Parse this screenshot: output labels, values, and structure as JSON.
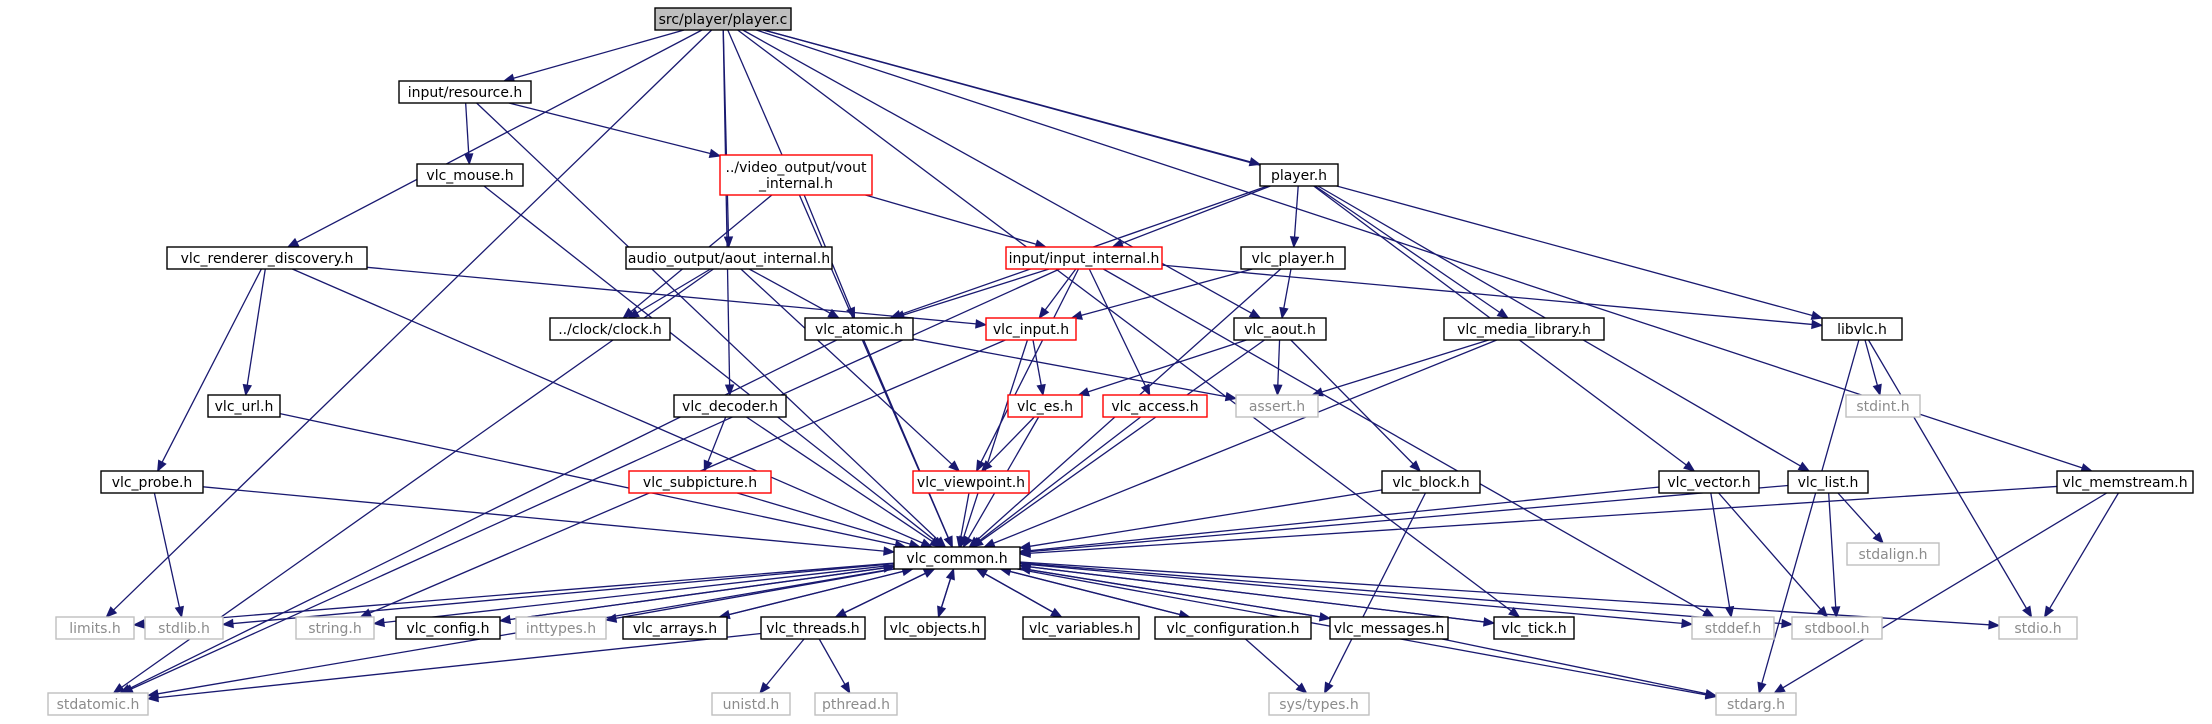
{
  "diagram": {
    "title": "Include dependency graph",
    "colors": {
      "edge": "#191970",
      "normal_border": "#000000",
      "truncated_border": "#ff0000",
      "external_border": "#bfbfbf",
      "root_fill": "#bfbfbf",
      "text": "#000000",
      "external_text": "#8c8c8c"
    },
    "nodes": [
      {
        "id": "root",
        "label": "src/player/player.c",
        "kind": "root"
      },
      {
        "id": "resource",
        "label": "input/resource.h",
        "kind": "normal"
      },
      {
        "id": "mouse",
        "label": "vlc_mouse.h",
        "kind": "normal"
      },
      {
        "id": "vout",
        "label": [
          "../video_output/vout",
          "_internal.h"
        ],
        "kind": "truncated"
      },
      {
        "id": "player_h",
        "label": "player.h",
        "kind": "normal"
      },
      {
        "id": "renderer",
        "label": "vlc_renderer_discovery.h",
        "kind": "normal"
      },
      {
        "id": "aout_int",
        "label": "audio_output/aout_internal.h",
        "kind": "normal"
      },
      {
        "id": "input_int",
        "label": "input/input_internal.h",
        "kind": "truncated"
      },
      {
        "id": "vlc_player",
        "label": "vlc_player.h",
        "kind": "normal"
      },
      {
        "id": "clock",
        "label": "../clock/clock.h",
        "kind": "normal"
      },
      {
        "id": "atomic",
        "label": "vlc_atomic.h",
        "kind": "normal"
      },
      {
        "id": "vlc_input",
        "label": "vlc_input.h",
        "kind": "truncated"
      },
      {
        "id": "vlc_aout",
        "label": "vlc_aout.h",
        "kind": "normal"
      },
      {
        "id": "media_lib",
        "label": "vlc_media_library.h",
        "kind": "normal"
      },
      {
        "id": "libvlc",
        "label": "libvlc.h",
        "kind": "normal"
      },
      {
        "id": "vlc_url",
        "label": "vlc_url.h",
        "kind": "normal"
      },
      {
        "id": "decoder",
        "label": "vlc_decoder.h",
        "kind": "normal"
      },
      {
        "id": "vlc_es",
        "label": "vlc_es.h",
        "kind": "truncated"
      },
      {
        "id": "access",
        "label": "vlc_access.h",
        "kind": "truncated"
      },
      {
        "id": "assert",
        "label": "assert.h",
        "kind": "external"
      },
      {
        "id": "stdint",
        "label": "stdint.h",
        "kind": "external"
      },
      {
        "id": "probe",
        "label": "vlc_probe.h",
        "kind": "normal"
      },
      {
        "id": "subpicture",
        "label": "vlc_subpicture.h",
        "kind": "truncated"
      },
      {
        "id": "viewpoint",
        "label": "vlc_viewpoint.h",
        "kind": "truncated"
      },
      {
        "id": "block",
        "label": "vlc_block.h",
        "kind": "normal"
      },
      {
        "id": "vector",
        "label": "vlc_vector.h",
        "kind": "normal"
      },
      {
        "id": "list",
        "label": "vlc_list.h",
        "kind": "normal"
      },
      {
        "id": "memstream",
        "label": "vlc_memstream.h",
        "kind": "normal"
      },
      {
        "id": "stdalign",
        "label": "stdalign.h",
        "kind": "external"
      },
      {
        "id": "common",
        "label": "vlc_common.h",
        "kind": "normal"
      },
      {
        "id": "limits",
        "label": "limits.h",
        "kind": "external"
      },
      {
        "id": "stdlib",
        "label": "stdlib.h",
        "kind": "external"
      },
      {
        "id": "string",
        "label": "string.h",
        "kind": "external"
      },
      {
        "id": "config",
        "label": "vlc_config.h",
        "kind": "normal"
      },
      {
        "id": "inttypes",
        "label": "inttypes.h",
        "kind": "external"
      },
      {
        "id": "arrays",
        "label": "vlc_arrays.h",
        "kind": "normal"
      },
      {
        "id": "threads",
        "label": "vlc_threads.h",
        "kind": "normal"
      },
      {
        "id": "objects",
        "label": "vlc_objects.h",
        "kind": "normal"
      },
      {
        "id": "variables",
        "label": "vlc_variables.h",
        "kind": "normal"
      },
      {
        "id": "configuration",
        "label": "vlc_configuration.h",
        "kind": "normal"
      },
      {
        "id": "messages",
        "label": "vlc_messages.h",
        "kind": "normal"
      },
      {
        "id": "tick",
        "label": "vlc_tick.h",
        "kind": "normal"
      },
      {
        "id": "stddef",
        "label": "stddef.h",
        "kind": "external"
      },
      {
        "id": "stdbool",
        "label": "stdbool.h",
        "kind": "external"
      },
      {
        "id": "stdio",
        "label": "stdio.h",
        "kind": "external"
      },
      {
        "id": "stdatomic",
        "label": "stdatomic.h",
        "kind": "external"
      },
      {
        "id": "unistd",
        "label": "unistd.h",
        "kind": "external"
      },
      {
        "id": "pthread",
        "label": "pthread.h",
        "kind": "external"
      },
      {
        "id": "systypes",
        "label": "sys/types.h",
        "kind": "external"
      },
      {
        "id": "stdarg",
        "label": "stdarg.h",
        "kind": "external"
      }
    ],
    "edges": [
      [
        "root",
        "resource"
      ],
      [
        "root",
        "limits"
      ],
      [
        "root",
        "common"
      ],
      [
        "root",
        "renderer"
      ],
      [
        "root",
        "decoder"
      ],
      [
        "root",
        "aout_int"
      ],
      [
        "root",
        "vlc_aout"
      ],
      [
        "root",
        "player_h"
      ],
      [
        "root",
        "tick"
      ],
      [
        "root",
        "libvlc"
      ],
      [
        "root",
        "memstream"
      ],
      [
        "resource",
        "mouse"
      ],
      [
        "resource",
        "vout"
      ],
      [
        "resource",
        "common"
      ],
      [
        "mouse",
        "common"
      ],
      [
        "vout",
        "clock"
      ],
      [
        "vout",
        "atomic"
      ],
      [
        "vout",
        "input_int"
      ],
      [
        "player_h",
        "input_int"
      ],
      [
        "player_h",
        "atomic"
      ],
      [
        "player_h",
        "vlc_player"
      ],
      [
        "player_h",
        "media_lib"
      ],
      [
        "player_h",
        "vector"
      ],
      [
        "player_h",
        "list"
      ],
      [
        "renderer",
        "vlc_url"
      ],
      [
        "renderer",
        "probe"
      ],
      [
        "renderer",
        "common"
      ],
      [
        "renderer",
        "vlc_input"
      ],
      [
        "aout_int",
        "clock"
      ],
      [
        "aout_int",
        "atomic"
      ],
      [
        "aout_int",
        "viewpoint"
      ],
      [
        "aout_int",
        "stdatomic"
      ],
      [
        "input_int",
        "atomic"
      ],
      [
        "input_int",
        "vlc_input"
      ],
      [
        "input_int",
        "viewpoint"
      ],
      [
        "input_int",
        "access"
      ],
      [
        "input_int",
        "libvlc"
      ],
      [
        "input_int",
        "stddef"
      ],
      [
        "input_int",
        "stdatomic"
      ],
      [
        "vlc_player",
        "vlc_input"
      ],
      [
        "vlc_player",
        "vlc_aout"
      ],
      [
        "vlc_player",
        "common"
      ],
      [
        "atomic",
        "assert"
      ],
      [
        "atomic",
        "common"
      ],
      [
        "atomic",
        "stdatomic"
      ],
      [
        "vlc_input",
        "vlc_es"
      ],
      [
        "vlc_input",
        "common"
      ],
      [
        "vlc_input",
        "string"
      ],
      [
        "vlc_aout",
        "vlc_es"
      ],
      [
        "vlc_aout",
        "assert"
      ],
      [
        "vlc_aout",
        "block"
      ],
      [
        "vlc_aout",
        "common"
      ],
      [
        "media_lib",
        "assert"
      ],
      [
        "media_lib",
        "common"
      ],
      [
        "libvlc",
        "stdint"
      ],
      [
        "libvlc",
        "stdio"
      ],
      [
        "libvlc",
        "stdarg"
      ],
      [
        "vlc_url",
        "common"
      ],
      [
        "decoder",
        "subpicture"
      ],
      [
        "decoder",
        "common"
      ],
      [
        "vlc_es",
        "viewpoint"
      ],
      [
        "vlc_es",
        "common"
      ],
      [
        "access",
        "common"
      ],
      [
        "probe",
        "common"
      ],
      [
        "probe",
        "stdlib"
      ],
      [
        "subpicture",
        "common"
      ],
      [
        "viewpoint",
        "common"
      ],
      [
        "block",
        "common"
      ],
      [
        "block",
        "systypes"
      ],
      [
        "vector",
        "common"
      ],
      [
        "vector",
        "stddef"
      ],
      [
        "vector",
        "stdbool"
      ],
      [
        "list",
        "common"
      ],
      [
        "list",
        "stdalign"
      ],
      [
        "list",
        "stdbool"
      ],
      [
        "memstream",
        "common"
      ],
      [
        "memstream",
        "stdio"
      ],
      [
        "memstream",
        "stdarg"
      ],
      [
        "common",
        "limits"
      ],
      [
        "common",
        "stdlib"
      ],
      [
        "common",
        "string"
      ],
      [
        "common",
        "config"
      ],
      [
        "common",
        "inttypes"
      ],
      [
        "common",
        "arrays"
      ],
      [
        "common",
        "threads"
      ],
      [
        "common",
        "objects"
      ],
      [
        "common",
        "variables"
      ],
      [
        "common",
        "configuration"
      ],
      [
        "common",
        "messages"
      ],
      [
        "common",
        "tick"
      ],
      [
        "common",
        "stddef"
      ],
      [
        "common",
        "stdbool"
      ],
      [
        "common",
        "stdio"
      ],
      [
        "common",
        "stdarg"
      ],
      [
        "common",
        "stdatomic"
      ],
      [
        "config",
        "common"
      ],
      [
        "arrays",
        "common"
      ],
      [
        "threads",
        "common"
      ],
      [
        "objects",
        "common"
      ],
      [
        "variables",
        "common"
      ],
      [
        "configuration",
        "common"
      ],
      [
        "messages",
        "common"
      ],
      [
        "tick",
        "common"
      ],
      [
        "threads",
        "stdatomic"
      ],
      [
        "threads",
        "unistd"
      ],
      [
        "threads",
        "pthread"
      ],
      [
        "configuration",
        "systypes"
      ],
      [
        "messages",
        "stdarg"
      ]
    ]
  }
}
